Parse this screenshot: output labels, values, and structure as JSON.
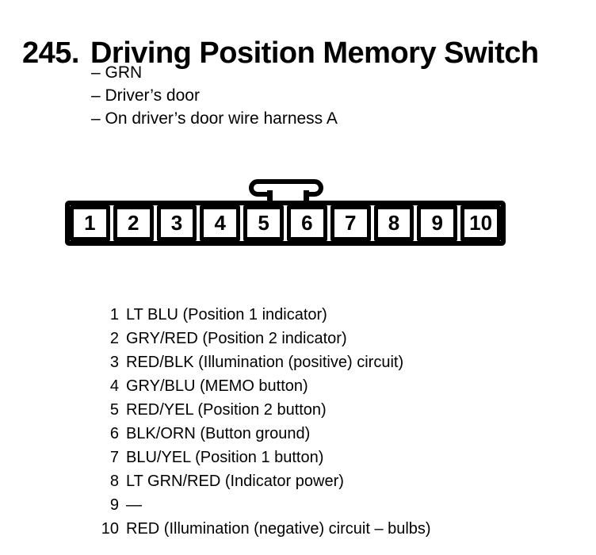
{
  "header": {
    "number": "245.",
    "title": "Driving Position Memory Switch",
    "notes": [
      "– GRN",
      "– Driver’s door",
      "– On driver’s door wire harness A"
    ]
  },
  "connector": {
    "pins": [
      "1",
      "2",
      "3",
      "4",
      "5",
      "6",
      "7",
      "8",
      "9",
      "10"
    ]
  },
  "pin_list": [
    {
      "pin": "1",
      "desc": "LT BLU (Position 1 indicator)"
    },
    {
      "pin": "2",
      "desc": "GRY/RED (Position 2 indicator)"
    },
    {
      "pin": "3",
      "desc": "RED/BLK (Illumination (positive) circuit)"
    },
    {
      "pin": "4",
      "desc": "GRY/BLU (MEMO button)"
    },
    {
      "pin": "5",
      "desc": "RED/YEL (Position 2 button)"
    },
    {
      "pin": "6",
      "desc": "BLK/ORN (Button ground)"
    },
    {
      "pin": "7",
      "desc": "BLU/YEL (Position 1 button)"
    },
    {
      "pin": "8",
      "desc": "LT GRN/RED (Indicator power)"
    },
    {
      "pin": "9",
      "desc": "—"
    },
    {
      "pin": "10",
      "desc": "RED (Illumination (negative) circuit – bulbs)"
    }
  ],
  "colors": {
    "ink": "#000000",
    "paper": "#ffffff"
  }
}
